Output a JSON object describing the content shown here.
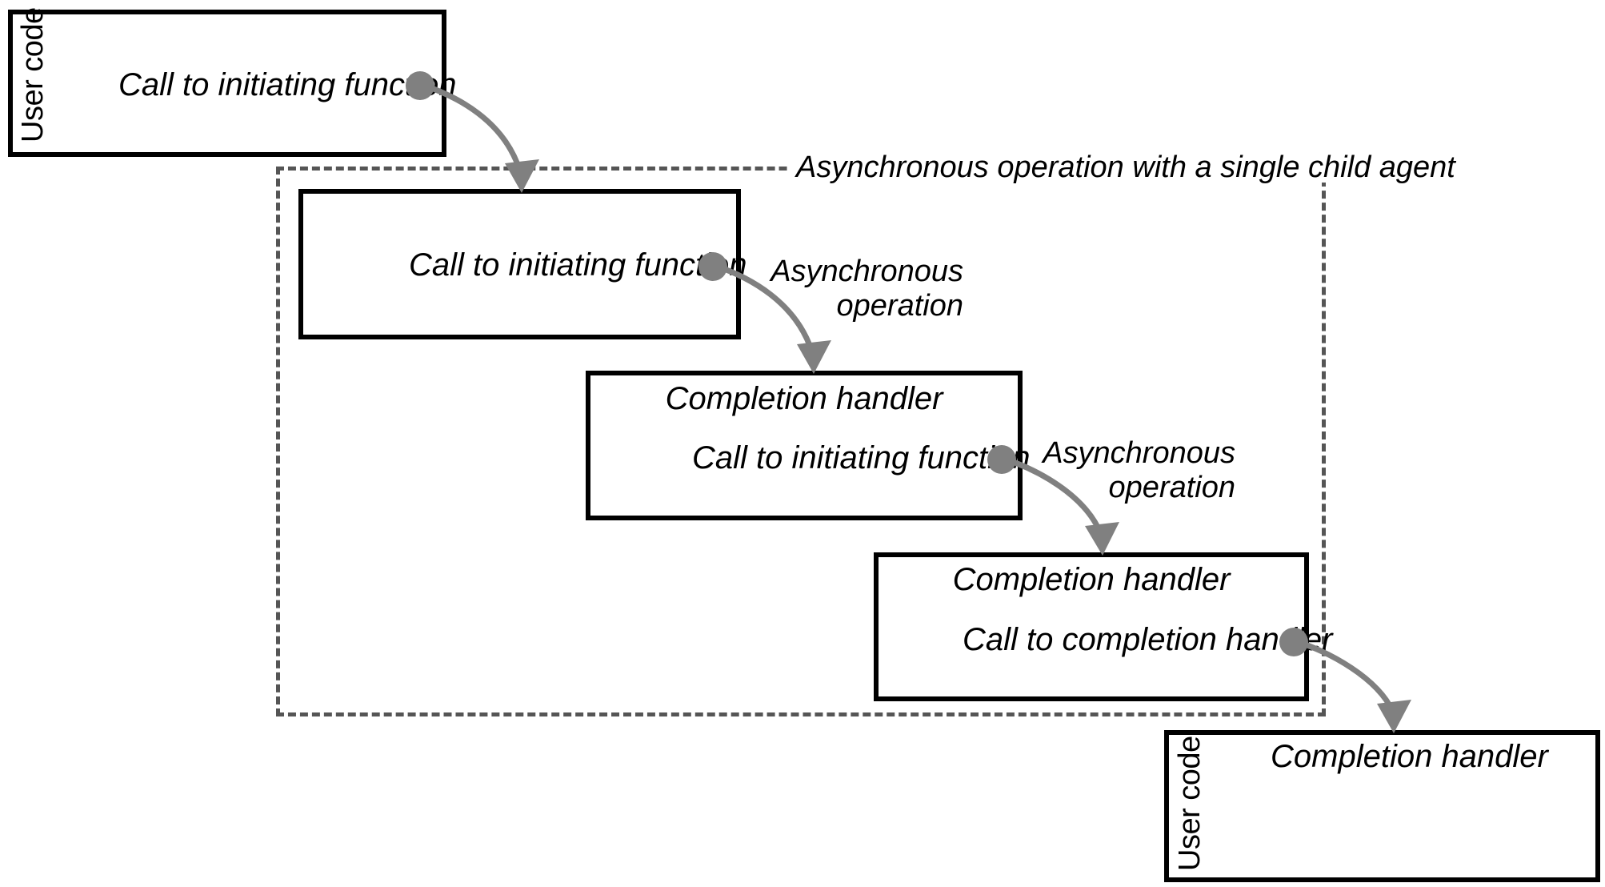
{
  "diagram": {
    "title": "Asynchronous operation with a single child agent",
    "group": {
      "label": "Asynchronous operation with a single child agent",
      "border_color": "#555555",
      "style": "dashed"
    },
    "colors": {
      "box_border": "#000000",
      "connector": "#808080",
      "group_border": "#555555",
      "background": "#ffffff",
      "text": "#000000"
    },
    "boxes": [
      {
        "id": "user-code-top",
        "band_label": "User code",
        "lines": [
          "Call to initiating function"
        ],
        "has_dot": true
      },
      {
        "id": "agent-initiating",
        "band_label": "",
        "lines": [
          "Call to initiating function"
        ],
        "has_dot": true
      },
      {
        "id": "agent-completion-1",
        "band_label": "",
        "lines": [
          "Completion handler",
          "Call to initiating function"
        ],
        "has_dot": true
      },
      {
        "id": "agent-completion-2",
        "band_label": "",
        "lines": [
          "Completion handler",
          "Call to completion handler"
        ],
        "has_dot": true
      },
      {
        "id": "user-code-bottom",
        "band_label": "User code",
        "lines": [
          "Completion handler"
        ],
        "has_dot": false
      }
    ],
    "edges": [
      {
        "id": "edge-1",
        "label_lines": [],
        "from": "user-code-top",
        "to": "agent-initiating"
      },
      {
        "id": "edge-2",
        "label_lines": [
          "Asynchronous",
          "operation"
        ],
        "from": "agent-initiating",
        "to": "agent-completion-1"
      },
      {
        "id": "edge-3",
        "label_lines": [
          "Asynchronous",
          "operation"
        ],
        "from": "agent-completion-1",
        "to": "agent-completion-2"
      },
      {
        "id": "edge-4",
        "label_lines": [],
        "from": "agent-completion-2",
        "to": "user-code-bottom"
      }
    ]
  }
}
